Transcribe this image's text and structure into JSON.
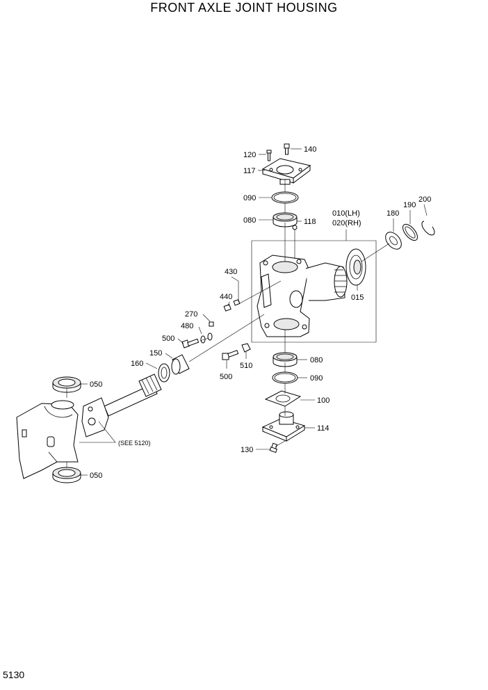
{
  "title": "FRONT AXLE JOINT HOUSING",
  "page_number": "5130",
  "callouts": {
    "c120": "120",
    "c140": "140",
    "c117": "117",
    "c090_top": "090",
    "c080_top": "080",
    "c118": "118",
    "c010": "010(LH)",
    "c020": "020(RH)",
    "c180": "180",
    "c190": "190",
    "c200": "200",
    "c015": "015",
    "c430": "430",
    "c440": "440",
    "c270": "270",
    "c480": "480",
    "c500_a": "500",
    "c150": "150",
    "c160": "160",
    "c500_b": "500",
    "c510": "510",
    "c080_bottom": "080",
    "c090_bottom": "090",
    "c100": "100",
    "c114": "114",
    "c130": "130",
    "c050_top": "050",
    "c050_bottom": "050",
    "see_ref": "(SEE 5120)"
  }
}
